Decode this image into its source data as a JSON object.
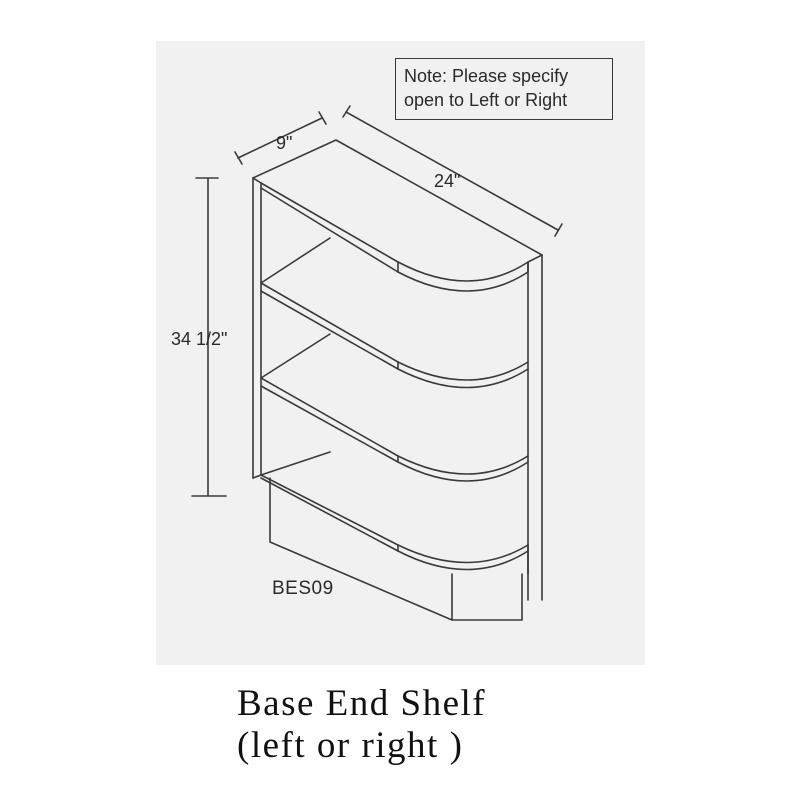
{
  "note": {
    "line1": "Note: Please specify",
    "line2": "open to Left or Right"
  },
  "dimensions": {
    "width": "9\"",
    "depth": "24\"",
    "height": "34 1/2\""
  },
  "model_code": "BES09",
  "caption": {
    "line1": "Base End Shelf",
    "line2": "(left or right )"
  },
  "colors": {
    "panel_background": "#f1f1f1",
    "line": "#3a3a3a",
    "caption_text": "#111111"
  }
}
